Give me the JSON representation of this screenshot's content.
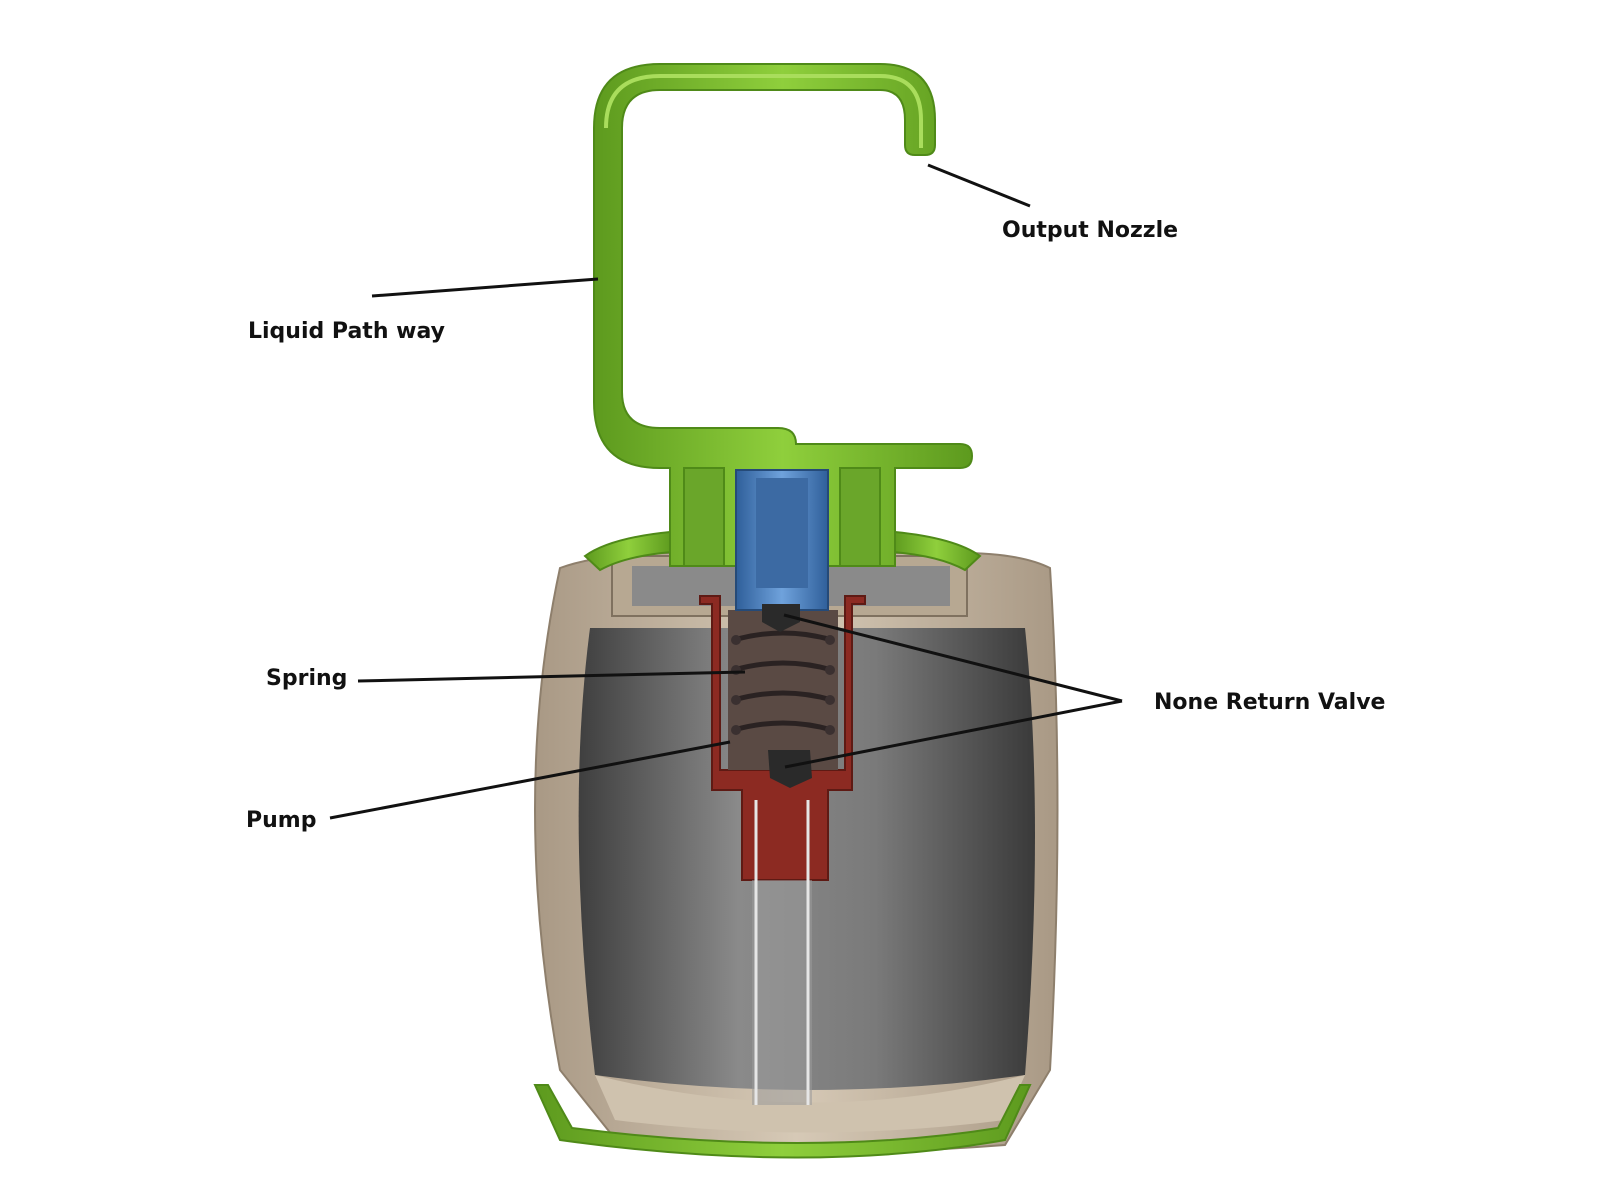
{
  "diagram": {
    "labels": {
      "output_nozzle": "Output Nozzle",
      "liquid_path_way": "Liquid Path way",
      "spring": "Spring",
      "none_return_valve": "None Return Valve",
      "pump": "Pump"
    },
    "colors": {
      "pathway_green": "#7ab72e",
      "pathway_dark": "#4f8a18",
      "body_tan": "#c2b39e",
      "body_interior": "#6b6b6b",
      "pump_red": "#8c2a22",
      "valve_blue": "#4f86c4",
      "leader_line": "#111111"
    }
  }
}
